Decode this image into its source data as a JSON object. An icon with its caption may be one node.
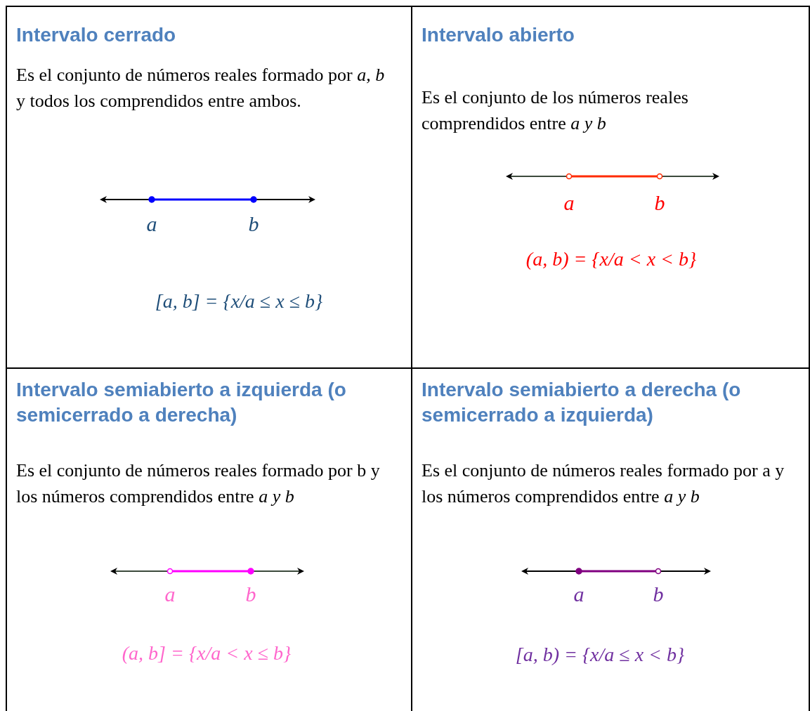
{
  "diagram": {
    "nodes": [
      {
        "text": [
          "Intervalo cerrado",
          "Es el conjunto de números reales formado por *a, b* y todos los comprendidos entre ambos.",
          "a",
          "b",
          "[a, b] = {x/a ≤ x ≤ b}"
        ]
      },
      {
        "text": [
          "Intervalo abierto",
          "Es el conjunto de los números reales comprendidos entre *a y b*",
          "a",
          "b",
          "(a, b) = {x/a < x < b}"
        ]
      },
      {
        "text": [
          "Intervalo semiabierto a izquierda (o semicerrado a derecha)",
          "Es el conjunto de números reales formado por b y los números comprendidos entre *a y b*",
          "a",
          "b",
          "(a, b] = {x/a < x ≤ b}"
        ]
      },
      {
        "text": [
          "Intervalo semiabierto a derecha (o semicerrado a izquierda)",
          "Es el conjunto de números reales formado por a y los números comprendidos entre *a y b*",
          "a",
          "b",
          "[a, b) = {x/a ≤ x < b}"
        ]
      }
    ]
  }
}
